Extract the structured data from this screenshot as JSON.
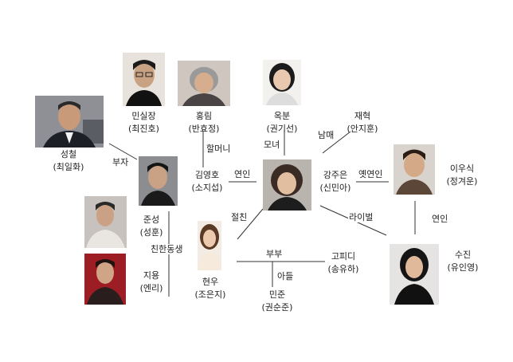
{
  "characters": {
    "seongcheol": {
      "name": "성철",
      "actor": "(최일화)"
    },
    "minsiljang": {
      "name": "민실장",
      "actor": "(최진호)"
    },
    "hongrim": {
      "name": "홍림",
      "actor": "(반효정)"
    },
    "okbun": {
      "name": "옥분",
      "actor": "(권기선)"
    },
    "jaehyeok": {
      "name": "재혁",
      "actor": "(안지훈)"
    },
    "kimyeongho": {
      "name": "김영호",
      "actor": "(소지섭)"
    },
    "kangjueun": {
      "name": "강주은",
      "actor": "(신민아)"
    },
    "leeusik": {
      "name": "이우식",
      "actor": "(정겨운)"
    },
    "junseong": {
      "name": "준성",
      "actor": "(성훈)"
    },
    "jiyong": {
      "name": "지용",
      "actor": "(엔리)"
    },
    "hyeonu": {
      "name": "현우",
      "actor": "(조은지)"
    },
    "gopidi": {
      "name": "고피디",
      "actor": "(송유하)"
    },
    "minjun": {
      "name": "민준",
      "actor": "(권순준)"
    },
    "sujin": {
      "name": "수진",
      "actor": "(유인영)"
    }
  },
  "relations": {
    "buja": "부자",
    "halmeoni": "할머니",
    "monyeo": "모녀",
    "nammae": "남매",
    "yeonin1": "연인",
    "yetyeonin": "옛연인",
    "jeolchin": "절친",
    "rival": "라이벌",
    "yeonin2": "연인",
    "chinhyeong": "친한동생",
    "bubu": "부부",
    "adeul": "아들"
  }
}
